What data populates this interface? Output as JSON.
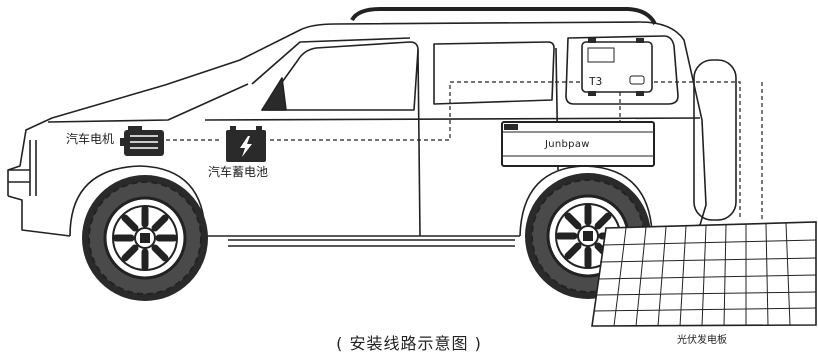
{
  "labels": {
    "motor": "汽车电机",
    "battery": "汽车蓄电池",
    "solar_panel": "光伏发电板",
    "caption": "( 安装线路示意图 )"
  },
  "device": {
    "brand": "Junbpaw",
    "screen_text": "T3"
  },
  "icons": {
    "motor": "motor-icon",
    "battery": "battery-icon",
    "lightning": "lightning-bolt-icon",
    "controller": "controller-icon",
    "power_station": "power-station-icon",
    "solar_panel": "solar-panel-icon"
  },
  "colors": {
    "line": "#222222",
    "background": "#ffffff"
  }
}
